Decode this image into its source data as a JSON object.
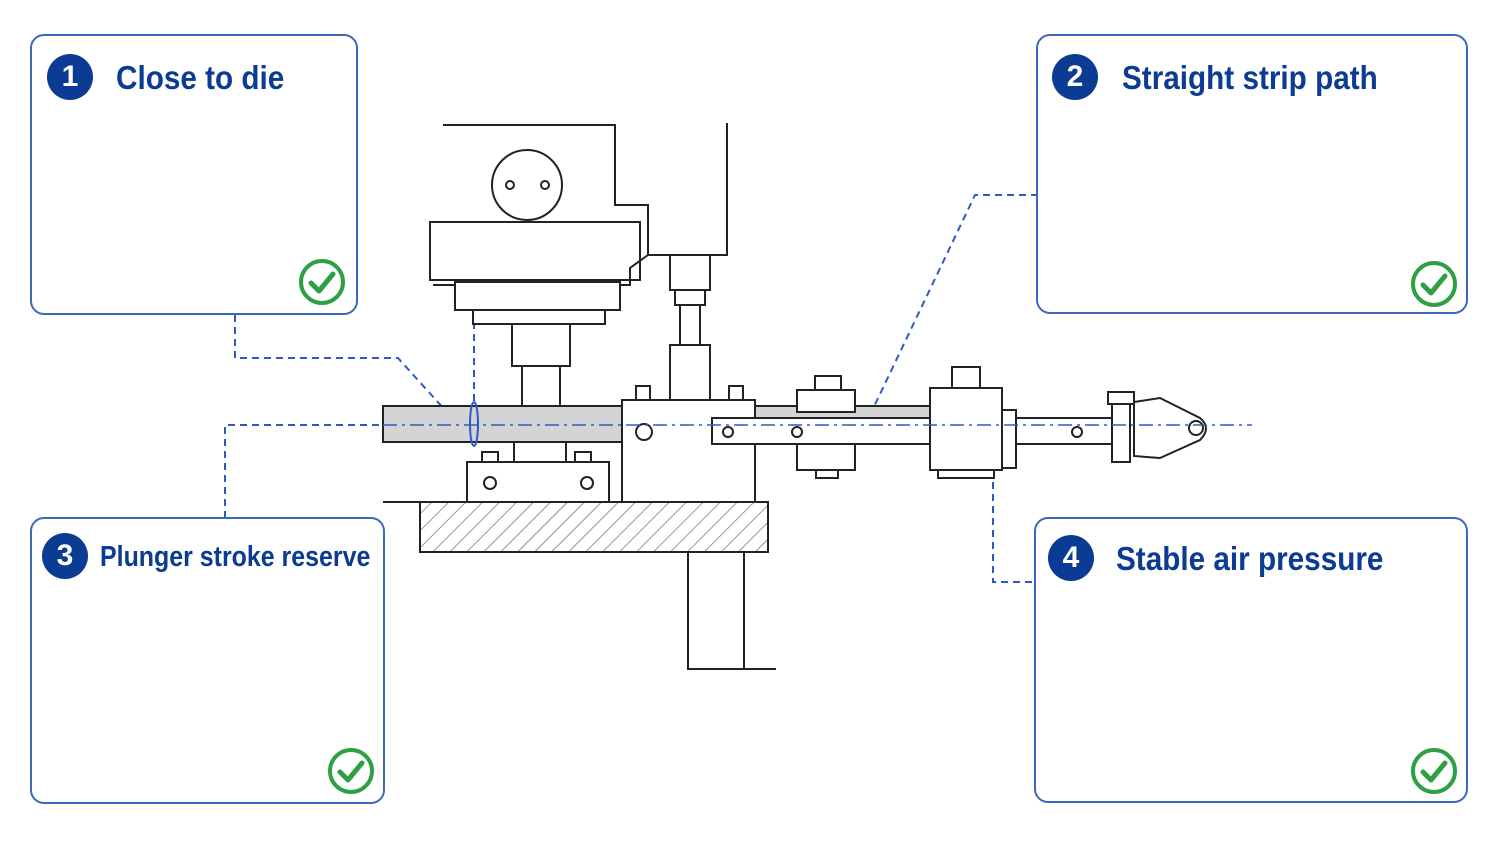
{
  "callouts": [
    {
      "number": "1",
      "title": "Close to die"
    },
    {
      "number": "2",
      "title": "Straight strip path"
    },
    {
      "number": "3",
      "title": "Plunger stroke reserve"
    },
    {
      "number": "4",
      "title": "Stable air pressure"
    }
  ],
  "colors": {
    "accent_blue": "#0b3b92",
    "card_border": "#3f68b8",
    "leader_line": "#2a5cc4",
    "check_green": "#2ea043",
    "line_art": "#222222"
  },
  "icons": {
    "check": "check-circle-icon",
    "arrow": "blue-arrow-icon"
  }
}
